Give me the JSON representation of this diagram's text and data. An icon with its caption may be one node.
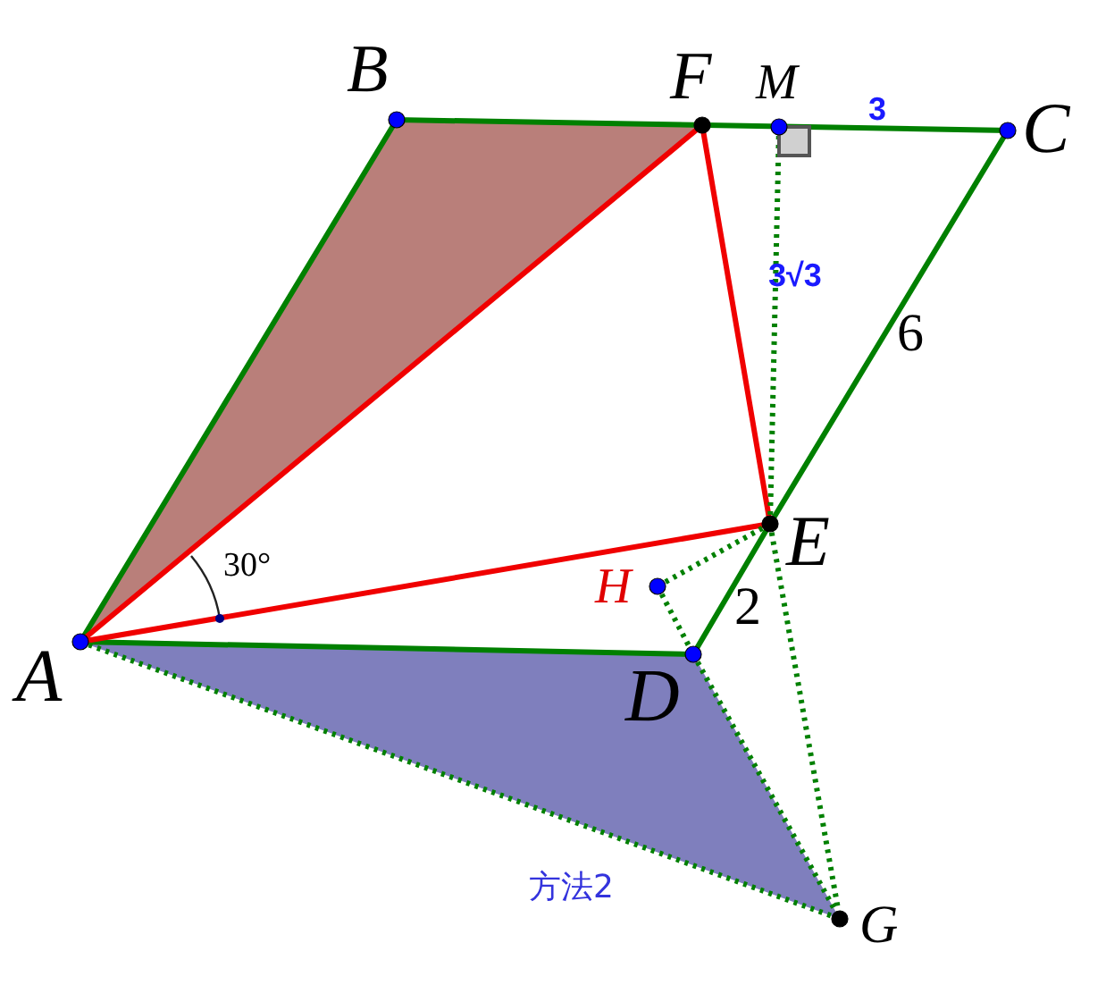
{
  "diagram": {
    "labels": [
      "B",
      "F",
      "M",
      "3",
      "C",
      "3√3",
      "6",
      "E",
      "H",
      "30°",
      "2",
      "A",
      "D",
      "方法2",
      "G"
    ]
  }
}
